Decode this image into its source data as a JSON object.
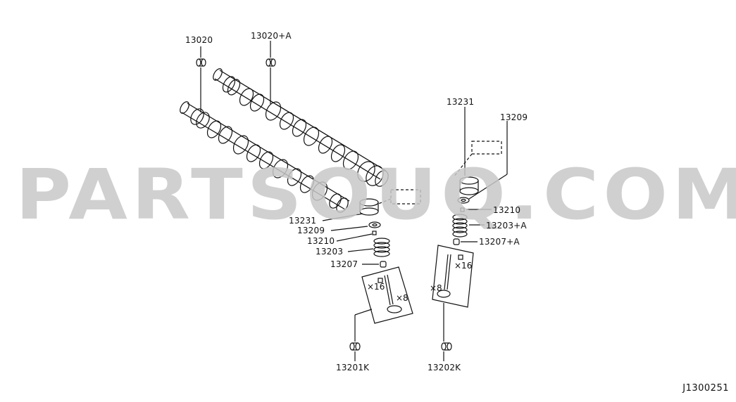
{
  "watermark": "PARTSOUQ.COM",
  "diagram_code": "J1300251",
  "labels": {
    "l13020": "13020",
    "l13020a": "13020+A",
    "l13231_top": "13231",
    "l13209_top": "13209",
    "l13210_right": "13210",
    "l13203a": "13203+A",
    "l13207a": "13207+A",
    "l13231_left": "13231",
    "l13209_left": "13209",
    "l13210_left": "13210",
    "l13203": "13203",
    "l13207": "13207",
    "l13201k": "13201K",
    "l13202k": "13202K"
  },
  "quantities": {
    "left_x16": "×16",
    "left_x8": "×8",
    "right_x16": "×16",
    "right_x8": "×8"
  }
}
